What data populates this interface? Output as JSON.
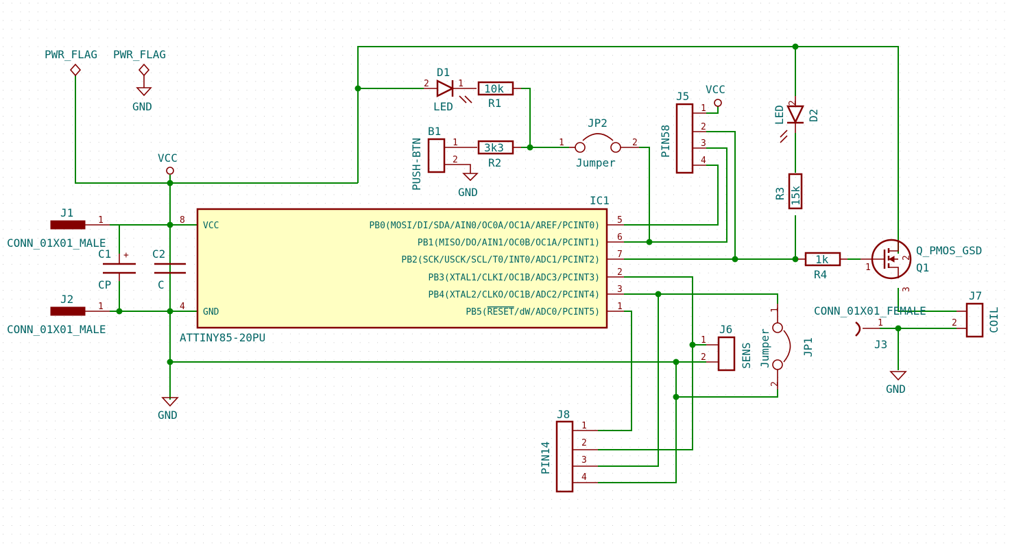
{
  "schematic": {
    "pwr_flags": [
      "PWR_FLAG",
      "PWR_FLAG"
    ],
    "power_labels": {
      "vcc": "VCC",
      "gnd": "GND"
    },
    "components": {
      "d1": {
        "ref": "D1",
        "value": "LED",
        "pins": [
          "2",
          "1"
        ]
      },
      "r1": {
        "ref": "R1",
        "value": "10k"
      },
      "b1": {
        "ref": "B1",
        "value": "PUSH-BTN",
        "pins": [
          "1",
          "2"
        ]
      },
      "r2": {
        "ref": "R2",
        "value": "3k3"
      },
      "jp2": {
        "ref": "JP2",
        "value": "Jumper",
        "pins": [
          "1",
          "2"
        ]
      },
      "j5": {
        "ref": "J5",
        "value": "PIN58",
        "pins": [
          "1",
          "2",
          "3",
          "4"
        ]
      },
      "d2": {
        "ref": "D2",
        "value": "LED",
        "pins": [
          "2"
        ]
      },
      "r3": {
        "ref": "R3",
        "value": "15k"
      },
      "r4": {
        "ref": "R4",
        "value": "1k"
      },
      "q1": {
        "ref": "Q1",
        "value": "Q_PMOS_GSD",
        "pins": [
          "1",
          "2",
          "3"
        ]
      },
      "j1": {
        "ref": "J1",
        "value": "CONN_01X01_MALE",
        "pin": "1"
      },
      "j2": {
        "ref": "J2",
        "value": "CONN_01X01_MALE",
        "pin": "1"
      },
      "c1": {
        "ref": "C1",
        "value": "CP",
        "polarity": "+"
      },
      "c2": {
        "ref": "C2",
        "value": "C"
      },
      "ic1": {
        "ref": "IC1",
        "value": "ATTINY85-20PU",
        "left_pins": [
          {
            "num": "8",
            "name": "VCC"
          },
          {
            "num": "4",
            "name": "GND"
          }
        ],
        "right_pins": [
          {
            "num": "5",
            "name": "PB0(MOSI/DI/SDA/AIN0/OC0A/OC1A/AREF/PCINT0)"
          },
          {
            "num": "6",
            "name": "PB1(MISO/DO/AIN1/OC0B/OC1A/PCINT1)"
          },
          {
            "num": "7",
            "name": "PB2(SCK/USCK/SCL/T0/INT0/ADC1/PCINT2)"
          },
          {
            "num": "2",
            "name": "PB3(XTAL1/CLKI/OC1B/ADC3/PCINT3)"
          },
          {
            "num": "3",
            "name": "PB4(XTAL2/CLKO/OC1B/ADC2/PCINT4)"
          },
          {
            "num": "1",
            "name_prefix": "PB5(",
            "name_overline": "RESET",
            "name_suffix": "/dW/ADC0/PCINT5)"
          }
        ]
      },
      "j6": {
        "ref": "J6",
        "value": "SENS",
        "pins": [
          "1",
          "2"
        ]
      },
      "jp1": {
        "ref": "JP1",
        "value": "Jumper",
        "pins": [
          "1",
          "2"
        ]
      },
      "j7": {
        "ref": "J7",
        "value": "COIL",
        "pins": [
          "1",
          "2"
        ]
      },
      "j3": {
        "ref": "J3",
        "value": "CONN_01X01_FEMALE",
        "pin": "1"
      },
      "j8": {
        "ref": "J8",
        "value": "PIN14",
        "pins": [
          "1",
          "2",
          "3",
          "4"
        ]
      }
    }
  },
  "colors": {
    "wire": "#008400",
    "component": "#840000",
    "pin_number": "#820000",
    "label": "#006464",
    "ic_fill": "#ffffc2",
    "grid": "#c8c8c8"
  }
}
